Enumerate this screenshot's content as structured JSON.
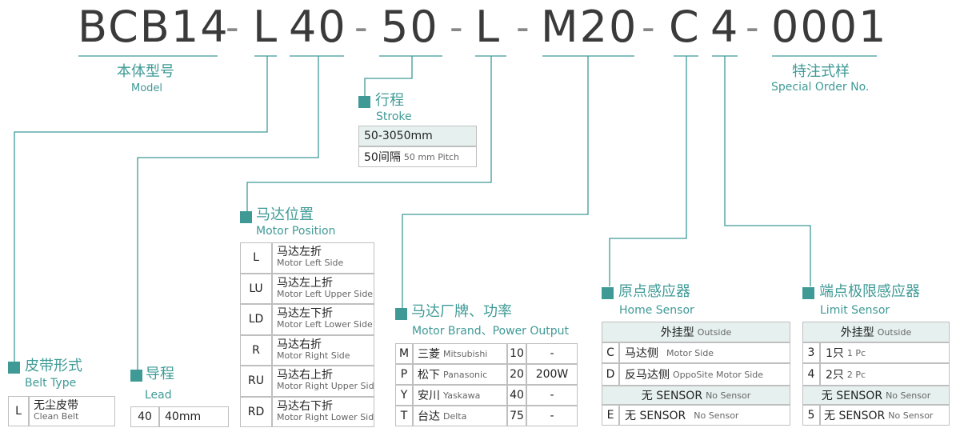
{
  "code": {
    "s1": "BCB14",
    "s2": "L",
    "s3": "40",
    "s4": "50",
    "s5": "L",
    "s6": "M20",
    "s7": "C",
    "s8": "4",
    "s9": "0001",
    "dash": "-"
  },
  "model": {
    "cn": "本体型号",
    "en": "Model"
  },
  "special": {
    "cn": "特注式样",
    "en": "Special Order No."
  },
  "stroke": {
    "cn": "行程",
    "en": "Stroke",
    "row1": "50-3050mm",
    "row2_cn": "50间隔",
    "row2_en": "50 mm Pitch"
  },
  "motor_position": {
    "cn": "马达位置",
    "en": "Motor Position",
    "rows": [
      {
        "code": "L",
        "cn": "马达左折",
        "en": "Motor Left Side"
      },
      {
        "code": "LU",
        "cn": "马达左上折",
        "en": "Motor Left Upper Side"
      },
      {
        "code": "LD",
        "cn": "马达左下折",
        "en": "Motor Left Lower Side"
      },
      {
        "code": "R",
        "cn": "马达右折",
        "en": "Motor Right Side"
      },
      {
        "code": "RU",
        "cn": "马达右上折",
        "en": "Motor Right Upper Side"
      },
      {
        "code": "RD",
        "cn": "马达右下折",
        "en": "Motor Right Lower Side"
      }
    ]
  },
  "belt": {
    "cn": "皮带形式",
    "en": "Belt Type",
    "code": "L",
    "row_cn": "无尘皮带",
    "row_en": "Clean Belt"
  },
  "lead": {
    "cn": "导程",
    "en": "Lead",
    "code": "40",
    "value": "40mm"
  },
  "brand": {
    "cn": "马达厂牌、功率",
    "en": "Motor Brand、Power Output",
    "rows": [
      {
        "code": "M",
        "cn": "三菱",
        "en": "Mitsubishi",
        "num": "10",
        "power": "-"
      },
      {
        "code": "P",
        "cn": "松下",
        "en": "Panasonic",
        "num": "20",
        "power": "200W"
      },
      {
        "code": "Y",
        "cn": "安川",
        "en": "Yaskawa",
        "num": "40",
        "power": "-"
      },
      {
        "code": "T",
        "cn": "台达",
        "en": "Delta",
        "num": "75",
        "power": "-"
      }
    ]
  },
  "home": {
    "cn": "原点感应器",
    "en": "Home Sensor",
    "hdr1_cn": "外挂型",
    "hdr1_en": "Outside",
    "r1_code": "C",
    "r1_cn": "马达侧",
    "r1_en": "Motor Side",
    "r2_code": "D",
    "r2_cn": "反马达侧",
    "r2_en": "OppoSite Motor Side",
    "hdr2_cn": "无 SENSOR",
    "hdr2_en": "No Sensor",
    "r3_code": "E",
    "r3_cn": "无 SENSOR",
    "r3_en": "No Sensor"
  },
  "limit": {
    "cn": "端点极限感应器",
    "en": "Limit Sensor",
    "hdr1_cn": "外挂型",
    "hdr1_en": "Outside",
    "r1_code": "3",
    "r1_cn": "1只",
    "r1_en": "1 Pc",
    "r2_code": "4",
    "r2_cn": "2只",
    "r2_en": "2 Pc",
    "hdr2_cn": "无 SENSOR",
    "hdr2_en": "No Sensor",
    "r3_code": "5",
    "r3_cn": "无 SENSOR",
    "r3_en": "No Sensor"
  },
  "colors": {
    "accent": "#3f9a96",
    "header_fill": "#e6f1ef",
    "code_text": "#3a3a3a"
  }
}
